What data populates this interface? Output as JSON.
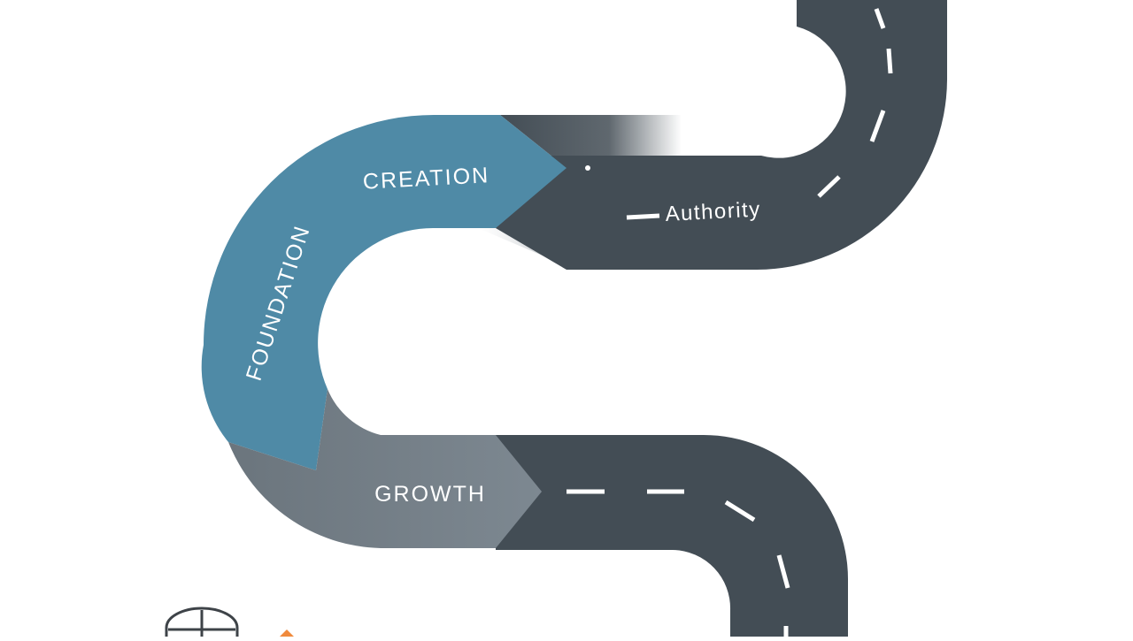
{
  "colors": {
    "background": "#ffffff",
    "road": "#434d55",
    "creation_stage": "#4f8aa6",
    "foundation_stage": "#4f8aa6",
    "growth_stage": "#7a858e",
    "lane_marking": "#ffffff",
    "car_outline": "#3e4348",
    "marker_accent": "#f08a3c"
  },
  "stages": {
    "creation": "CREATION",
    "foundation": "FOUNDATION",
    "growth": "GROWTH",
    "authority": "Authority"
  },
  "icons": {
    "vehicle": "car-icon",
    "marker": "orange-marker-icon"
  }
}
